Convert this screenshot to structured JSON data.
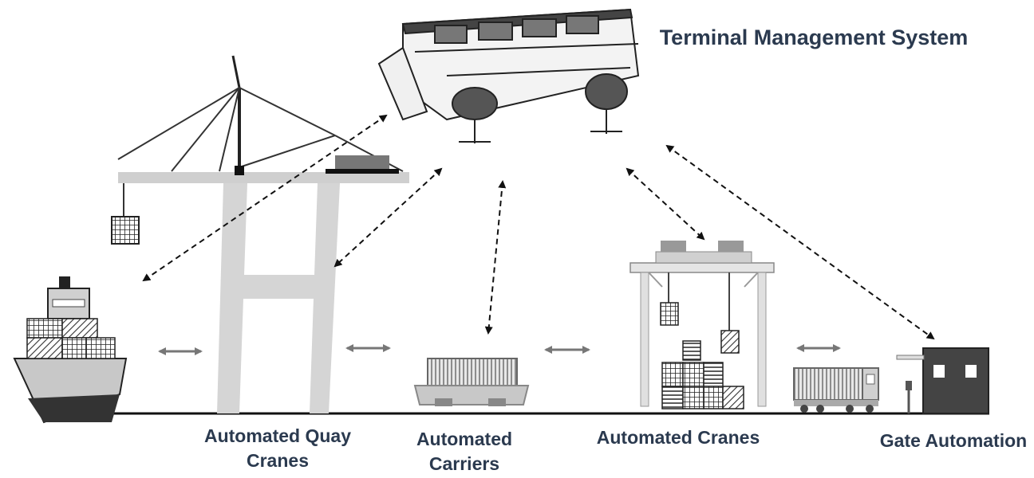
{
  "title": "Terminal Management System",
  "labels": {
    "quay_cranes": "Automated Quay Cranes",
    "carriers": "Automated Carriers",
    "cranes": "Automated Cranes",
    "gate": "Gate Automation"
  }
}
